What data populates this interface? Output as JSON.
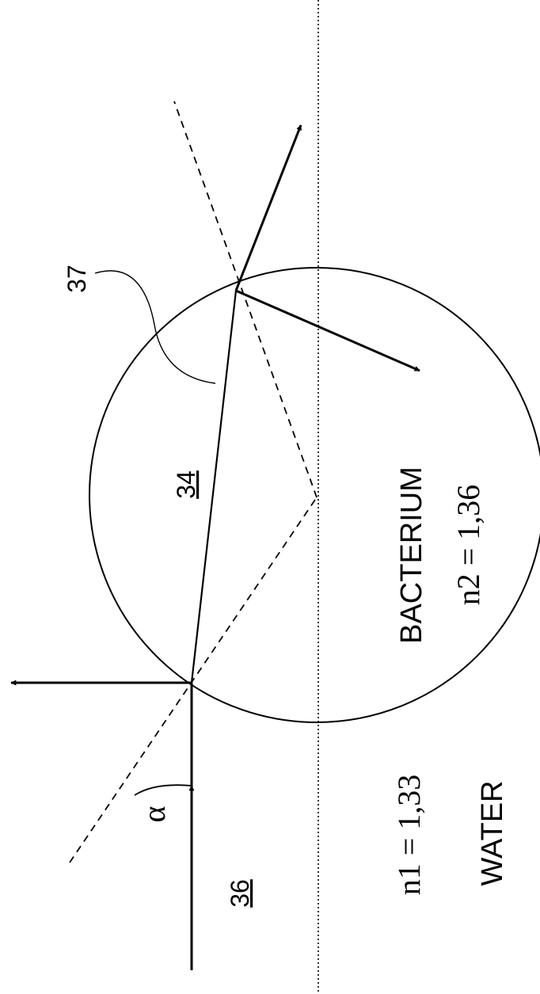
{
  "labels": {
    "ref_36": "36",
    "ref_34": "34",
    "ref_37": "37",
    "angle": "α",
    "water_index": "n1 =  1,33",
    "water_name": "WATER",
    "bacterium_name": "BACTERIUM",
    "bacterium_index": "n2 =  1,36"
  },
  "colors": {
    "ink": "#000000",
    "background": "#ffffff"
  }
}
